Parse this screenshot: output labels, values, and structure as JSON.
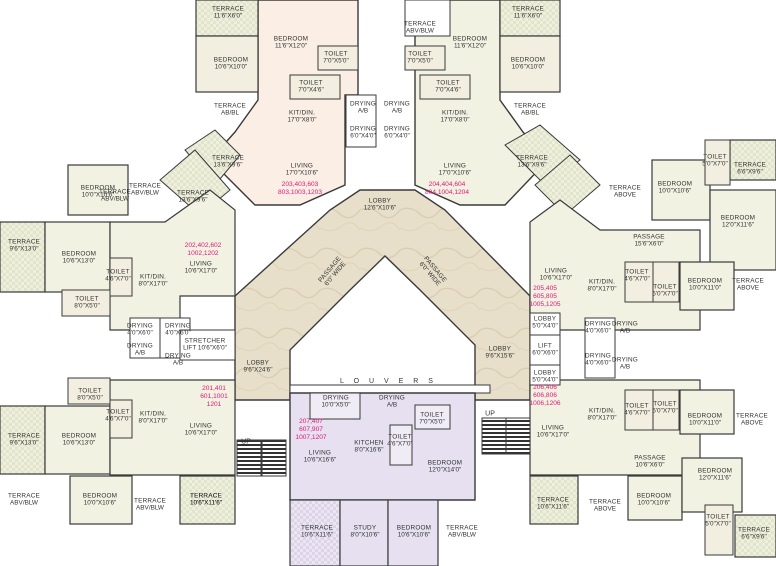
{
  "louvers": "L O U V E R S",
  "up": "UP",
  "units": {
    "u203": [
      "203,403,603",
      "803,1003,1203"
    ],
    "u204": [
      "204,404,604",
      "804,1004,1204"
    ],
    "u202": [
      "202,402,602",
      "1002,1202"
    ],
    "u205": [
      "205,405",
      "605,805",
      "1005,1205"
    ],
    "u201": [
      "201,401",
      "601,1001",
      "1201"
    ],
    "u207": [
      "207,407",
      "607,907",
      "1007,1207"
    ],
    "u206": [
      "206,406",
      "606,806",
      "1006,1206"
    ]
  },
  "labels": [
    {
      "n": "TERRACE",
      "d": "11'6\"X6'0\""
    },
    {
      "n": "BEDROOM",
      "d": "11'6\"X12'0\""
    },
    {
      "n": "BEDROOM",
      "d": "10'6\"X10'0\""
    },
    {
      "n": "TOILET",
      "d": "7'0\"X5'0\""
    },
    {
      "n": "TOILET",
      "d": "7'0\"X4'6\""
    },
    {
      "n": "TERRACE",
      "d": "AB/BL"
    },
    {
      "n": "KIT/DIN.",
      "d": "17'0\"X8'0\""
    },
    {
      "n": "DRYING",
      "d": "A/B"
    },
    {
      "n": "DRYING",
      "d": "6'0\"X4'0\""
    },
    {
      "n": "TERRACE",
      "d": "13'6\"X9'6\""
    },
    {
      "n": "LIVING",
      "d": "17'0\"X10'6\""
    },
    {
      "n": "TERRACE",
      "d": "ABV/BLW"
    },
    {
      "n": "TERRACE",
      "d": "11'6\"X6'0\""
    },
    {
      "n": "BEDROOM",
      "d": "11'6\"X12'0\""
    },
    {
      "n": "TOILET",
      "d": "7'0\"X5'0\""
    },
    {
      "n": "BEDROOM",
      "d": "10'6\"X10'0\""
    },
    {
      "n": "TOILET",
      "d": "7'0\"X4'6\""
    },
    {
      "n": "DRYING",
      "d": "A/B"
    },
    {
      "n": "DRYING",
      "d": "6'0\"X4'0\""
    },
    {
      "n": "KIT/DIN.",
      "d": "17'0\"X8'0\""
    },
    {
      "n": "TERRACE",
      "d": "AB/BL"
    },
    {
      "n": "TERRACE",
      "d": "13'6\"X9'6\""
    },
    {
      "n": "LIVING",
      "d": "17'0\"X10'6\""
    },
    {
      "n": "LOBBY",
      "d": "12'6\"X10'6\""
    },
    {
      "n": "TERRACE",
      "d": "ABV/BLW"
    },
    {
      "n": "BEDROOM",
      "d": "10'0\"X10'6\""
    },
    {
      "n": "TERRACE",
      "d": "ABV/BLW"
    },
    {
      "n": "TERRACE",
      "d": "13'6\"X9'6\""
    },
    {
      "n": "TERRACE",
      "d": "9'6\"X13'0\""
    },
    {
      "n": "BEDROOM",
      "d": "10'6\"X13'0\""
    },
    {
      "n": "KIT/DIN.",
      "d": "8'0\"X17'0\""
    },
    {
      "n": "LIVING",
      "d": "10'6\"X17'0\""
    },
    {
      "n": "TOILET",
      "d": "8'0\"X5'0\""
    },
    {
      "n": "TOILET",
      "d": "4'6\"X7'0\""
    },
    {
      "n": "DRYING",
      "d": "4'0\"X6'0\""
    },
    {
      "n": "DRYING",
      "d": "A/B"
    },
    {
      "n": "STRETCHER",
      "d": "LIFT 10'6\"X6'0\""
    },
    {
      "n": "DRYING",
      "d": "4'0\"X6'0\""
    },
    {
      "n": "DRYING",
      "d": "A/B"
    },
    {
      "n": "LOBBY",
      "d": "9'6\"X24'6\""
    },
    {
      "n": "TOILET",
      "d": "8'0\"X5'0\""
    },
    {
      "n": "TOILET",
      "d": "4'6\"X7'0\""
    },
    {
      "n": "KIT/DIN.",
      "d": "8'0\"X17'0\""
    },
    {
      "n": "TERRACE",
      "d": "9'6\"X13'0\""
    },
    {
      "n": "BEDROOM",
      "d": "10'6\"X13'0\""
    },
    {
      "n": "LIVING",
      "d": "10'6\"X17'0\""
    },
    {
      "n": "BEDROOM",
      "d": "10'0\"X10'6\""
    },
    {
      "n": "TERRACE",
      "d": "ABV/BLW"
    },
    {
      "n": "TERRACE",
      "d": "ABV/BLW"
    },
    {
      "n": "TERRACE",
      "d": "10'6\"X11'6\""
    },
    {
      "n": "TERRACE",
      "d": "6'6\"X9'6\""
    },
    {
      "n": "TOILET",
      "d": "5'0\"X7'0\""
    },
    {
      "n": "TERRACE",
      "d": "ABOVE"
    },
    {
      "n": "BEDROOM",
      "d": "10'0\"X10'6\""
    },
    {
      "n": "BEDROOM",
      "d": "12'0\"X11'6\""
    },
    {
      "n": "PASSAGE",
      "d": "15'6\"X6'0\""
    },
    {
      "n": "LIVING",
      "d": "10'6\"X17'0\""
    },
    {
      "n": "KIT/DIN.",
      "d": "8'0\"X17'0\""
    },
    {
      "n": "TOILET",
      "d": "4'6\"X7'0\""
    },
    {
      "n": "TOILET",
      "d": "5'0\"X7'0\""
    },
    {
      "n": "BEDROOM",
      "d": "10'0\"X11'0\""
    },
    {
      "n": "TERRACE",
      "d": "ABOVE"
    },
    {
      "n": "LOBBY",
      "d": "5'0\"X4'0\""
    },
    {
      "n": "DRYING",
      "d": "4'0\"X6'0\""
    },
    {
      "n": "DRYING",
      "d": "A/B"
    },
    {
      "n": "LIFT",
      "d": "6'0\"X6'0\""
    },
    {
      "n": "LOBBY",
      "d": "9'6\"X15'6\""
    },
    {
      "n": "DRYING",
      "d": "4'0\"X6'0\""
    },
    {
      "n": "DRYING",
      "d": "A/B"
    },
    {
      "n": "LOBBY",
      "d": "5'0\"X4'0\""
    },
    {
      "n": "KIT/DIN.",
      "d": "8'0\"X17'0\""
    },
    {
      "n": "TOILET",
      "d": "4'6\"X7'0\""
    },
    {
      "n": "TOILET",
      "d": "5'0\"X7'0\""
    },
    {
      "n": "BEDROOM",
      "d": "10'0\"X11'0\""
    },
    {
      "n": "TERRACE",
      "d": "ABOVE"
    },
    {
      "n": "LIVING",
      "d": "10'6\"X17'0\""
    },
    {
      "n": "PASSAGE",
      "d": "10'6\"X6'0\""
    },
    {
      "n": "BEDROOM",
      "d": "12'0\"X11'6\""
    },
    {
      "n": "BEDROOM",
      "d": "10'0\"X10'6\""
    },
    {
      "n": "TERRACE",
      "d": "10'6\"X11'6\""
    },
    {
      "n": "TERRACE",
      "d": "ABOVE"
    },
    {
      "n": "TOILET",
      "d": "5'0\"X7'0\""
    },
    {
      "n": "TERRACE",
      "d": "6'6\"X9'6\""
    },
    {
      "n": "DRYING",
      "d": "10'0\"X5'0\""
    },
    {
      "n": "DRYING",
      "d": "A/B"
    },
    {
      "n": "TOILET",
      "d": "7'0\"X5'0\""
    },
    {
      "n": "LIVING",
      "d": "10'6\"X16'6\""
    },
    {
      "n": "KITCHEN",
      "d": "8'0\"X16'6\""
    },
    {
      "n": "TOILET",
      "d": "4'6\"X7'0\""
    },
    {
      "n": "BEDROOM",
      "d": "12'0\"X14'0\""
    },
    {
      "n": "TERRACE",
      "d": "10'6\"X11'6\""
    },
    {
      "n": "STUDY",
      "d": "8'0\"X10'6\""
    },
    {
      "n": "BEDROOM",
      "d": "10'6\"X10'6\""
    },
    {
      "n": "TERRACE",
      "d": "ABV/BLW"
    },
    {
      "n": "TERRACE",
      "d": "10'6\"X11'6\""
    },
    {
      "n": "BEDROOM",
      "d": "10'6\"X13'0\""
    }
  ],
  "passages": [
    {
      "n": "PASSAGE",
      "d": "6'0\" WIDE"
    },
    {
      "n": "PASSAGE",
      "d": "6'0\" WIDE"
    }
  ],
  "colors": {
    "wall": "#3a3a3a",
    "unit_peach": "#fbeee4",
    "unit_cream": "#f1f2e2",
    "lobby_marble": "#e6dcc6",
    "unit_lavender": "#e6e0f0",
    "terrace_check": "#e9ead8",
    "number_pink": "#e0187a"
  }
}
